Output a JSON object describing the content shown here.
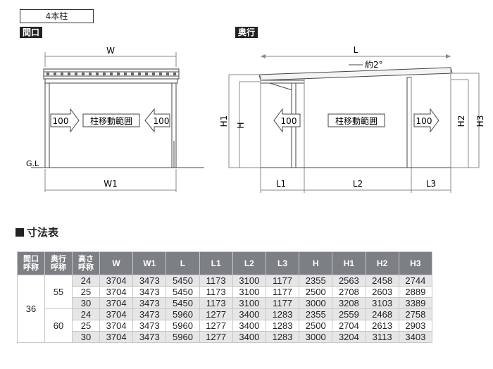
{
  "header": {
    "tag": "4本柱"
  },
  "views": {
    "front": {
      "label": "間口",
      "dims": {
        "W": "W",
        "W1": "W1"
      },
      "gl": "G.L",
      "arrow_left": "100",
      "arrow_right": "100",
      "range": "柱移動範囲"
    },
    "side": {
      "label": "奥行",
      "dims": {
        "L": "L",
        "L1": "L1",
        "L2": "L2",
        "L3": "L3",
        "H": "H",
        "H1": "H1",
        "H2": "H2",
        "H3": "H3"
      },
      "slope": "約2°",
      "arrow_left": "100",
      "arrow_right": "100",
      "range": "柱移動範囲"
    }
  },
  "table": {
    "title": "寸法表",
    "headers": [
      "間口\n呼称",
      "奥行\n呼称",
      "高さ\n呼称",
      "W",
      "W1",
      "L",
      "L1",
      "L2",
      "L3",
      "H",
      "H1",
      "H2",
      "H3"
    ],
    "maguchi": "36",
    "groups": [
      {
        "okuyuki": "55",
        "rows": [
          [
            "24",
            "3704",
            "3473",
            "5450",
            "1173",
            "3100",
            "1177",
            "2355",
            "2563",
            "2458",
            "2744"
          ],
          [
            "25",
            "3704",
            "3473",
            "5450",
            "1173",
            "3100",
            "1177",
            "2500",
            "2708",
            "2603",
            "2889"
          ],
          [
            "30",
            "3704",
            "3473",
            "5450",
            "1173",
            "3100",
            "1177",
            "3000",
            "3208",
            "3103",
            "3389"
          ]
        ]
      },
      {
        "okuyuki": "60",
        "rows": [
          [
            "24",
            "3704",
            "3473",
            "5960",
            "1277",
            "3400",
            "1283",
            "2355",
            "2559",
            "2468",
            "2758"
          ],
          [
            "25",
            "3704",
            "3473",
            "5960",
            "1277",
            "3400",
            "1283",
            "2500",
            "2704",
            "2613",
            "2903"
          ],
          [
            "30",
            "3704",
            "3473",
            "5960",
            "1277",
            "3400",
            "1283",
            "3000",
            "3204",
            "3113",
            "3403"
          ]
        ]
      }
    ]
  }
}
